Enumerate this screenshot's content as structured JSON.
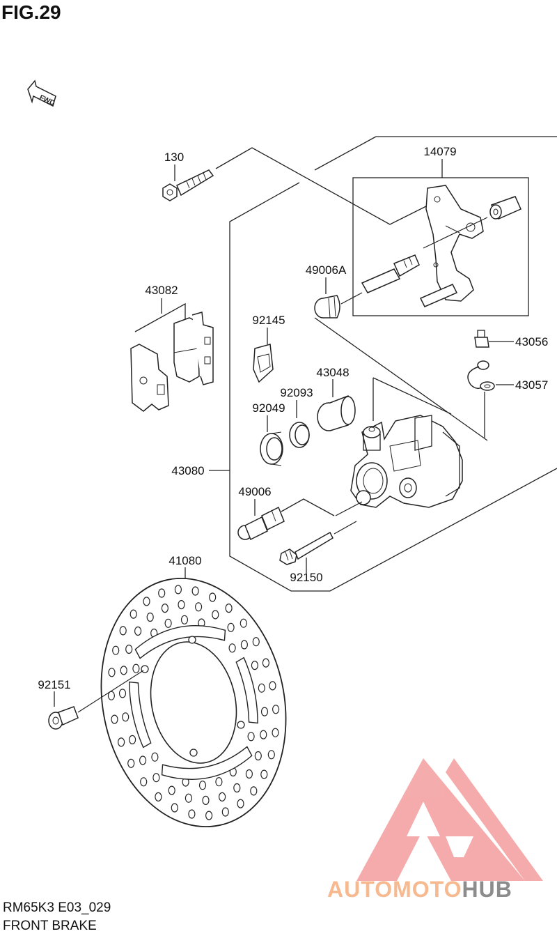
{
  "figure": {
    "title": "FIG.29",
    "fwd_label": "FWD",
    "code": "RM65K3 E03_029",
    "name": "FRONT BRAKE"
  },
  "parts": {
    "p130": "130",
    "p14079": "14079",
    "p49006A": "49006A",
    "p43082": "43082",
    "p92145": "92145",
    "p43056": "43056",
    "p43057": "43057",
    "p43048": "43048",
    "p92093": "92093",
    "p92049": "92049",
    "p43080": "43080",
    "p49006": "49006",
    "p92150": "92150",
    "p41080": "41080",
    "p92151": "92151"
  },
  "watermark": {
    "part1": "AUTOMOTO",
    "part2": "HUB",
    "colors": {
      "logo": "#f4a3a3",
      "text1": "#f7b98f",
      "text2": "#8c8c8c"
    }
  }
}
